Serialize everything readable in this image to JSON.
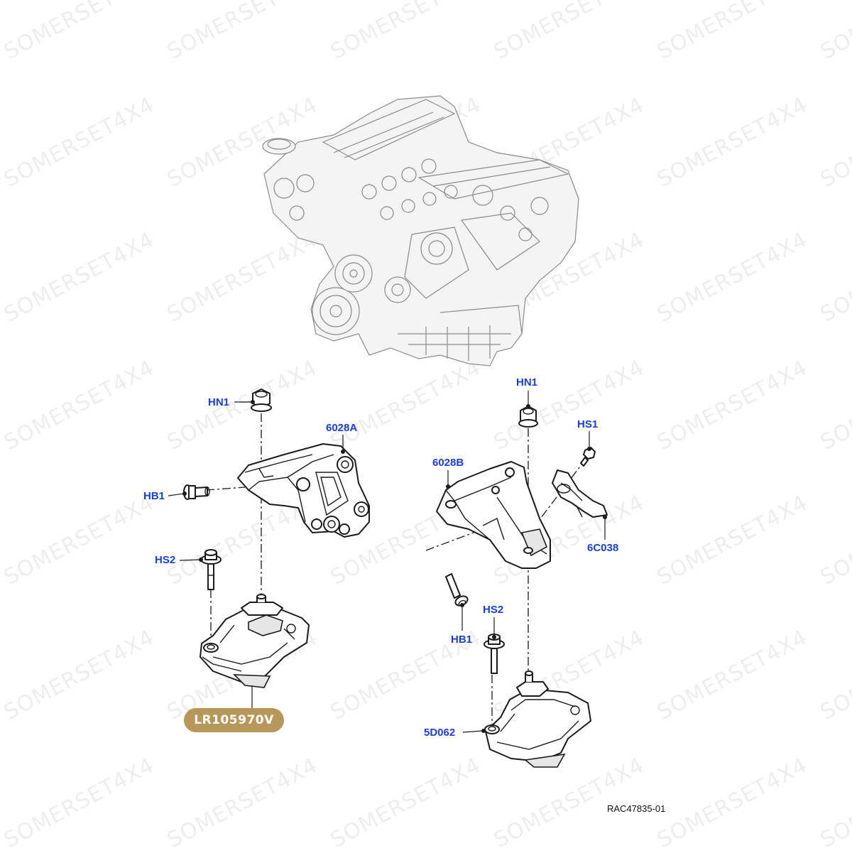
{
  "watermark": "SOMERSET4X4",
  "callouts": {
    "left_hn1": "HN1",
    "left_6028a": "6028A",
    "left_hb1": "HB1",
    "left_hs2": "HS2",
    "right_hn1": "HN1",
    "right_hs1": "HS1",
    "right_6028b": "6028B",
    "right_6c038": "6C038",
    "right_hb1": "HB1",
    "right_hs2": "HS2",
    "right_5d062": "5D062"
  },
  "highlight_part": "LR105970V",
  "reference": "RAC47835-01",
  "colors": {
    "callout_text": "#1a3fe0",
    "highlight_bg": "#b7975a",
    "line_art": "#1a1a1a",
    "engine_art": "#8a8a8a"
  },
  "icons": {
    "engine": "v8-engine-illustration",
    "left_mount": "engine-mount-icon",
    "right_mount": "engine-mount-icon",
    "left_bracket": "mounting-bracket-icon",
    "right_bracket": "mounting-bracket-icon",
    "heat_shield": "heat-shield-icon",
    "nut": "flange-nut-icon",
    "bolt": "bolt-icon"
  }
}
